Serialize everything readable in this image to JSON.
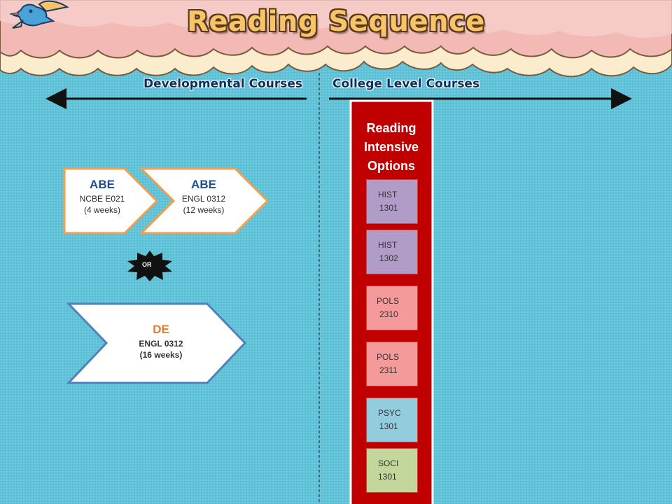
{
  "title": "Reading Sequence",
  "sections": {
    "developmental": "Developmental Courses",
    "college": "College Level Courses"
  },
  "abe_pathway": [
    {
      "head": "ABE",
      "code": "NCBE E021",
      "duration": "(4 weeks)"
    },
    {
      "head": "ABE",
      "code": "ENGL 0312",
      "duration": "(12 weeks)"
    }
  ],
  "or_label": "OR",
  "de_pathway": {
    "head": "DE",
    "code": "ENGL 0312",
    "duration": "(16 weeks)"
  },
  "panel": {
    "title": "Reading Intensive Options",
    "color": "#c00000",
    "courses": [
      {
        "dept": "HIST",
        "num": "1301",
        "color": "#b09cc6"
      },
      {
        "dept": "HIST",
        "num": "1302",
        "color": "#b09cc6"
      },
      {
        "dept": "POLS",
        "num": "2310",
        "color": "#f59a9a"
      },
      {
        "dept": "POLS",
        "num": "2311",
        "color": "#f59a9a"
      },
      {
        "dept": "PSYC",
        "num": "1301",
        "color": "#93cddd"
      },
      {
        "dept": "SOCI",
        "num": "1301",
        "color": "#c3d69b"
      }
    ]
  },
  "icons": {
    "logo": "bird-icon"
  }
}
